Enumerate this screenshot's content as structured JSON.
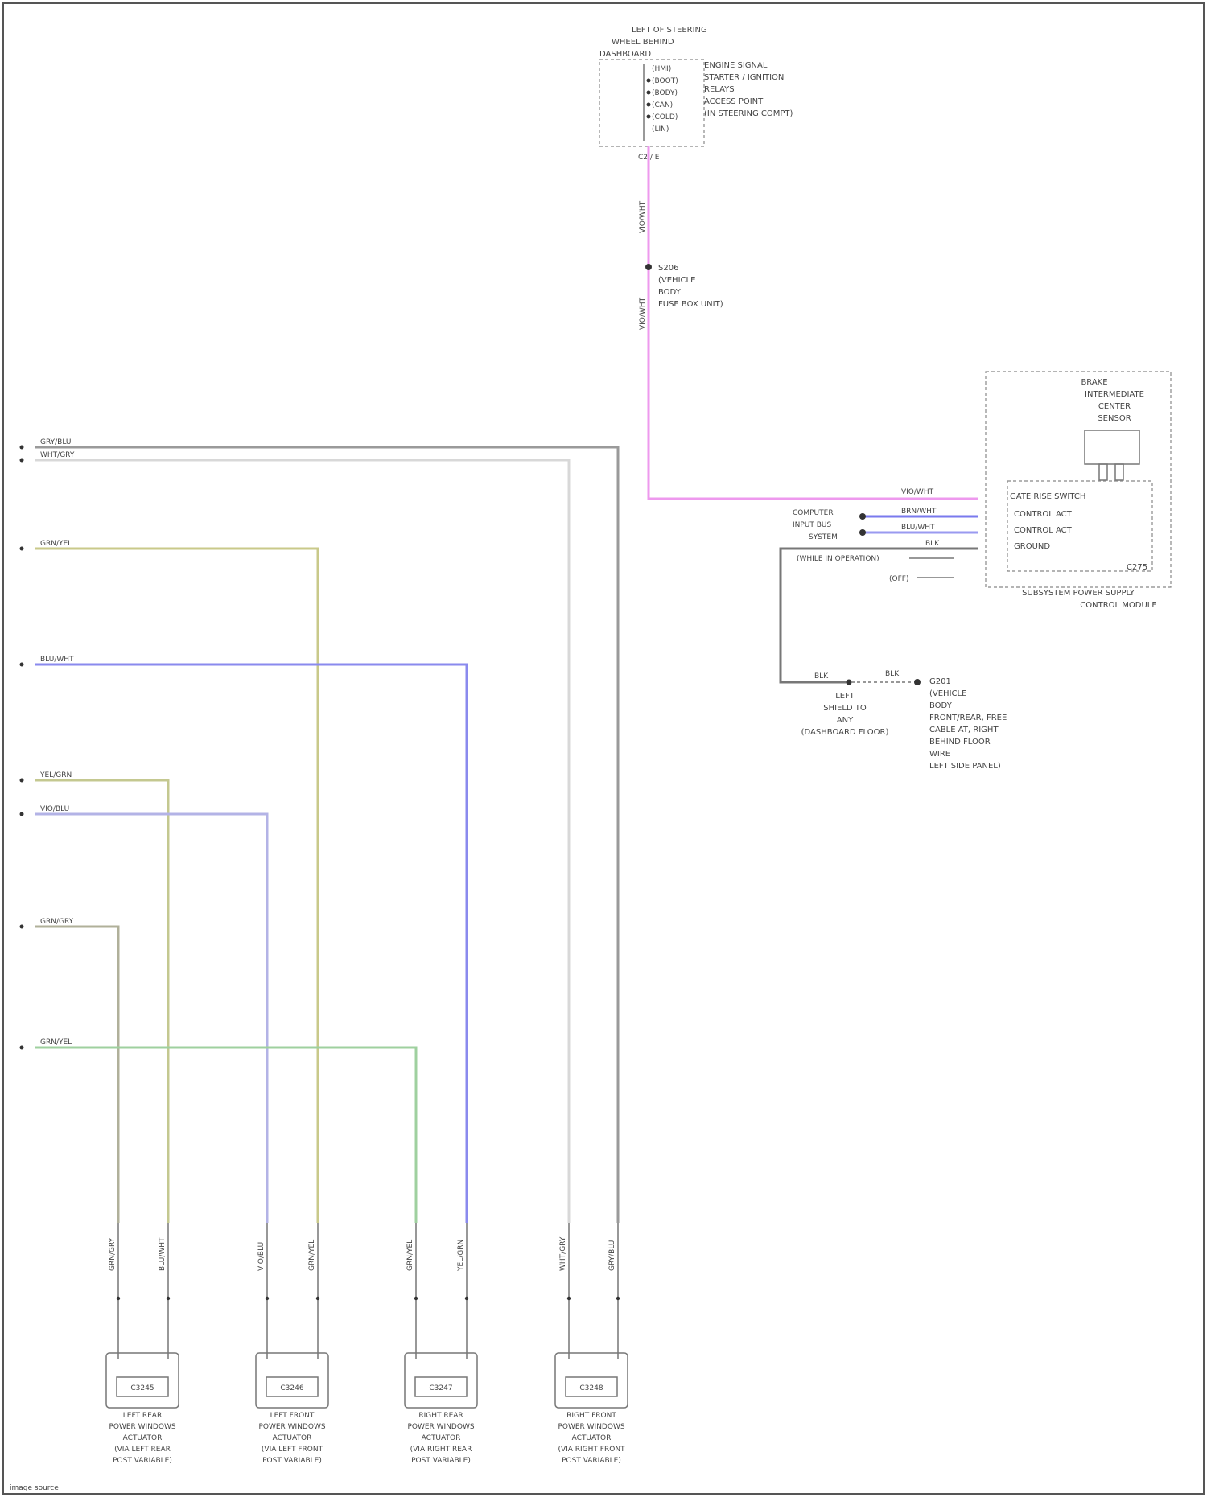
{
  "top_module": {
    "title": [
      "LEFT OF STEERING",
      "WHEEL BEHIND",
      "DASHBOARD"
    ],
    "pins": [
      "(HMI)",
      "(BOOT)",
      "(BODY)",
      "(CAN)",
      "(COLD)",
      "(LIN)"
    ],
    "descriptions": [
      "ENGINE SIGNAL",
      "STARTER / IGNITION",
      "RELAYS",
      "ACCESS POINT",
      "(IN STEERING COMPT)"
    ],
    "connector": "C2 / E"
  },
  "splice_note": [
    "S206",
    "(VEHICLE",
    "BODY",
    "FUSE BOX UNIT)"
  ],
  "sensor": {
    "title": [
      "BRAKE",
      "INTERMEDIATE",
      "CENTER",
      "SENSOR"
    ],
    "box_label": [
      "SUBSYSTEM POWER SUPPLY",
      "CONTROL MODULE"
    ],
    "connector": "C275",
    "pins": [
      "GATE RISE SWITCH",
      "CONTROL ACT",
      "CONTROL ACT",
      "GROUND"
    ],
    "wire_labels": [
      "VIO/WHT",
      "BRN/WHT",
      "BLU/WHT",
      "BLK"
    ],
    "left_labels": [
      "COMPUTER",
      "INPUT BUS",
      "SYSTEM"
    ],
    "extra": [
      "(WHILE IN OPERATION)",
      "(OFF)"
    ]
  },
  "ground": {
    "label": [
      "LEFT",
      "SHIELD TO",
      "ANY",
      "(DASHBOARD FLOOR)"
    ],
    "wire": "BLK",
    "wire2": "BLK",
    "notes": [
      "G201",
      "(VEHICLE",
      "BODY",
      "FRONT/REAR, FREE",
      "CABLE AT, RIGHT",
      "BEHIND FLOOR",
      "WIRE",
      "LEFT SIDE PANEL)"
    ]
  },
  "left_wires": [
    {
      "label": "GRY/BLU",
      "color": "#9a9a9a"
    },
    {
      "label": "WHT/GRY",
      "color": "#d8d8d8"
    },
    {
      "label": "GRN/YEL",
      "color": "#c9c98a"
    },
    {
      "label": "BLU/WHT",
      "color": "#8a8aee"
    },
    {
      "label": "YEL/GRN",
      "color": "#c4c890"
    },
    {
      "label": "VIO/BLU",
      "color": "#b3b3e6"
    },
    {
      "label": "GRN/GRY",
      "color": "#b0b09a"
    },
    {
      "label": "GRN/YEL",
      "color": "#9fd09f"
    }
  ],
  "actuators": [
    {
      "wires": [
        "GRN/GRY",
        "BLU/WHT"
      ],
      "code": "C3245",
      "label": [
        "LEFT REAR",
        "POWER WINDOWS",
        "ACTUATOR",
        "(VIA LEFT REAR",
        "POST VARIABLE)"
      ]
    },
    {
      "wires": [
        "VIO/BLU",
        "GRN/YEL"
      ],
      "code": "C3246",
      "label": [
        "LEFT FRONT",
        "POWER WINDOWS",
        "ACTUATOR",
        "(VIA LEFT FRONT",
        "POST VARIABLE)"
      ]
    },
    {
      "wires": [
        "GRN/YEL",
        "YEL/GRN"
      ],
      "code": "C3247",
      "label": [
        "RIGHT REAR",
        "POWER WINDOWS",
        "ACTUATOR",
        "(VIA RIGHT REAR",
        "POST VARIABLE)"
      ]
    },
    {
      "wires": [
        "WHT/GRY",
        "GRY/BLU"
      ],
      "code": "C3248",
      "label": [
        "RIGHT FRONT",
        "POWER WINDOWS",
        "ACTUATOR",
        "(VIA RIGHT FRONT",
        "POST VARIABLE)"
      ]
    }
  ],
  "pink_wire": "VIO/WHT",
  "footer": "image source"
}
